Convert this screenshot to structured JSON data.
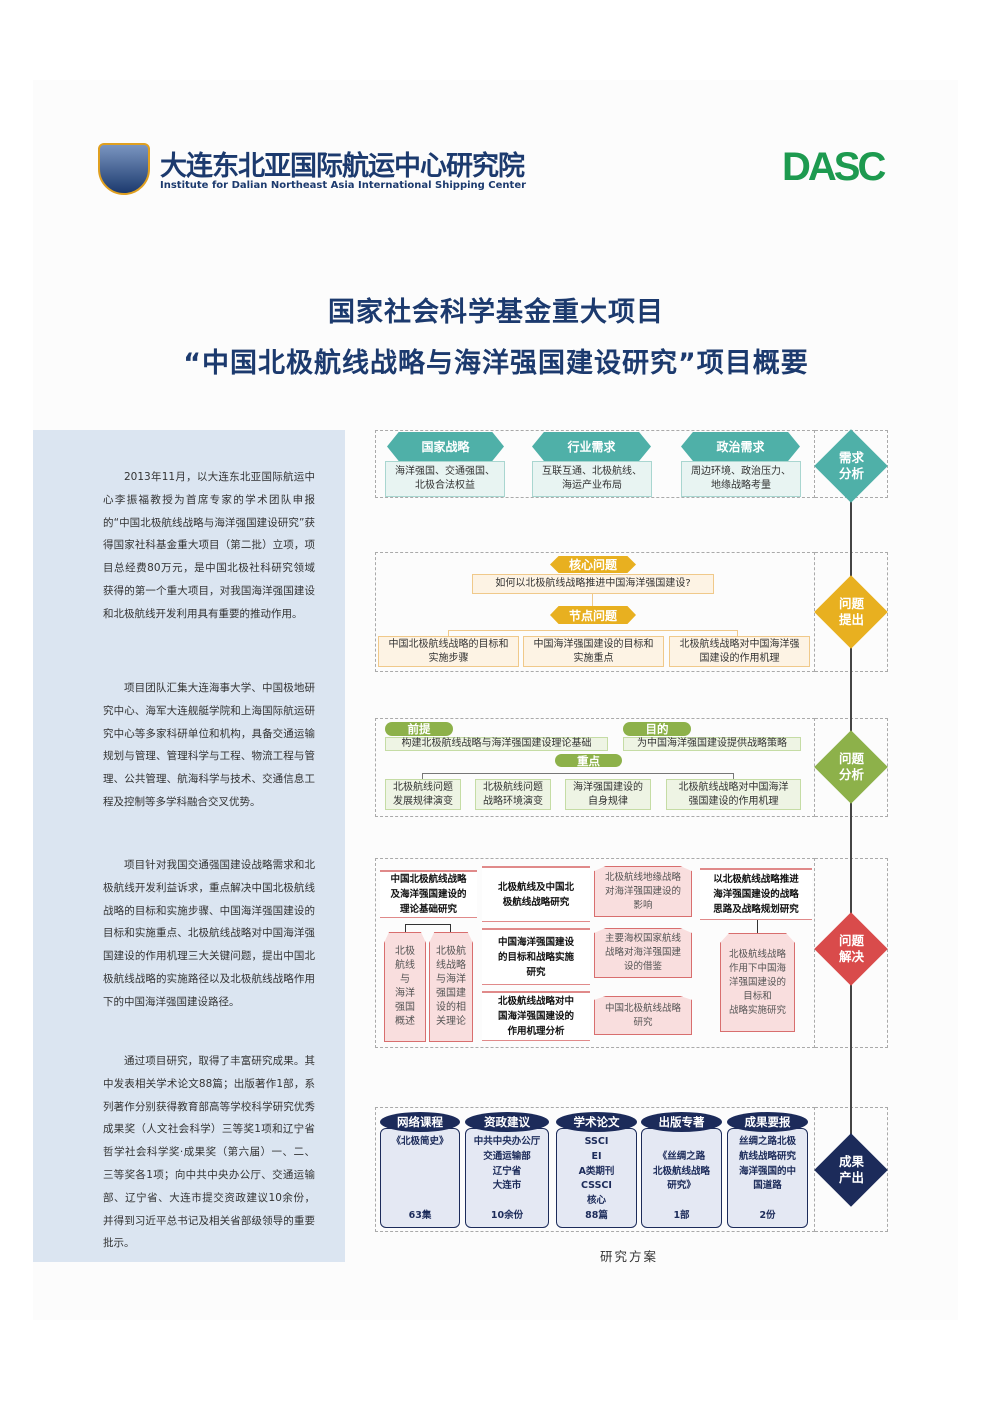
{
  "header": {
    "org_cn": "大连东北亚国际航运中心研究院",
    "org_en": "Institute for Dalian Northeast Asia International Shipping Center",
    "brand": "DASC"
  },
  "title": {
    "line1": "国家社会科学基金重大项目",
    "line2": "“中国北极航线战略与海洋强国建设研究”项目概要"
  },
  "intro": [
    "2013年11月，以大连东北亚国际航运中心李振福教授为首席专家的学术团队申报的“中国北极航线战略与海洋强国建设研究”获得国家社科基金重大项目（第二批）立项，项目总经费80万元，是中国北极社科研究领域获得的第一个重大项目，对我国海洋强国建设和北极航线开发利用具有重要的推动作用。",
    "项目团队汇集大连海事大学、中国极地研究中心、海军大连舰艇学院和上海国际航运研究中心等多家科研单位和机构，具备交通运输规划与管理、管理科学与工程、物流工程与管理、公共管理、航海科学与技术、交通信息工程及控制等多学科融合交叉优势。",
    "项目针对我国交通强国建设战略需求和北极航线开发利益诉求，重点解决中国北极航线战略的目标和实施步骤、中国海洋强国建设的目标和实施重点、北极航线战略对中国海洋强国建设的作用机理三大关键问题，提出中国北极航线战略的实施路径以及北极航线战略作用下的中国海洋强国建设路径。",
    "通过项目研究，取得了丰富研究成果。其中发表相关学术论文88篇；出版著作1部，系列著作分别获得教育部高等学校科学研究优秀成果奖（人文社会科学）三等奖1项和辽宁省哲学社会科学奖·成果奖（第六届）一、二、三等奖各1项；向中共中央办公厅、交通运输部、辽宁省、大连市提交资政建议10余份，并得到习近平总书记及相关省部级领导的重要批示。"
  ],
  "stages": [
    {
      "label": "需求\n分析",
      "color": "#4fb0a8"
    },
    {
      "label": "问题\n提出",
      "color": "#e8b020"
    },
    {
      "label": "问题\n分析",
      "color": "#8db14a"
    },
    {
      "label": "问题\n解决",
      "color": "#d94b4b"
    },
    {
      "label": "成果\n产出",
      "color": "#1c2b5a"
    }
  ],
  "s1": [
    {
      "tag": "国家战略",
      "text": "海洋强国、交通强国、\n北极合法权益"
    },
    {
      "tag": "行业需求",
      "text": "互联互通、北极航线、\n海运产业布局"
    },
    {
      "tag": "政治需求",
      "text": "周边环境、政治压力、\n地缘战略考量"
    }
  ],
  "s2": {
    "core_tag": "核心问题",
    "core": "如何以北极航线战略推进中国海洋强国建设?",
    "node_tag": "节点问题",
    "nodes": [
      "中国北极航线战略的目标和\n实施步骤",
      "中国海洋强国建设的目标和\n实施重点",
      "北极航线战略对中国海洋强\n国建设的作用机理"
    ]
  },
  "s3": {
    "premise_tag": "前提",
    "premise": "构建北极航线战略与海洋强国建设理论基础",
    "goal_tag": "目的",
    "goal": "为中国海洋强国建设提供战略策略",
    "focus_tag": "重点",
    "items": [
      "北极航线问题\n发展规律演变",
      "北极航线问题\n战略环境演变",
      "海洋强国建设的\n自身规律",
      "北极航线战略对中国海洋\n强国建设的作用机理"
    ]
  },
  "s4": {
    "col1_head": "中国北极航线战略\n及海洋强国建设的\n理论基础研究",
    "col1_a": "北极\n航线\n与\n海洋\n强国\n概述",
    "col1_b": "北极航\n线战略\n与海洋\n强国建\n设的相\n关理论",
    "mid": [
      "北极航线及中国北\n极航线战略研究",
      "中国海洋强国建设\n的目标和战略实施\n研究",
      "北极航线战略对中\n国海洋强国建设的\n作用机理分析"
    ],
    "side": [
      "北极航线地缘战略\n对海洋强国建设的\n影响",
      "主要海权国家航线\n战略对海洋强国建\n设的借鉴",
      "中国北极航线战略\n研究"
    ],
    "col4_head": "以北极航线战略推进\n海洋强国建设的战略\n思路及战略规划研究",
    "col4_box": "北极航线战略\n作用下中国海\n洋强国建设的\n目标和\n战略实施研究"
  },
  "s5": [
    {
      "tag": "网络课程",
      "body": "《北极简史》",
      "count": "63集"
    },
    {
      "tag": "资政建议",
      "body": "中共中央办公厅\n交通运输部\n辽宁省\n大连市",
      "count": "10余份"
    },
    {
      "tag": "学术论文",
      "body": "SSCI\nEI\nA类期刊\nCSSCI\n核心",
      "count": "88篇"
    },
    {
      "tag": "出版专著",
      "body": "\n《丝绸之路\n北极航线战略\n研究》",
      "count": "1部"
    },
    {
      "tag": "成果要报",
      "body": "丝绸之路北极\n航线战略研究\n海洋强国的中\n国道路",
      "count": "2份"
    }
  ],
  "caption": "研究方案"
}
